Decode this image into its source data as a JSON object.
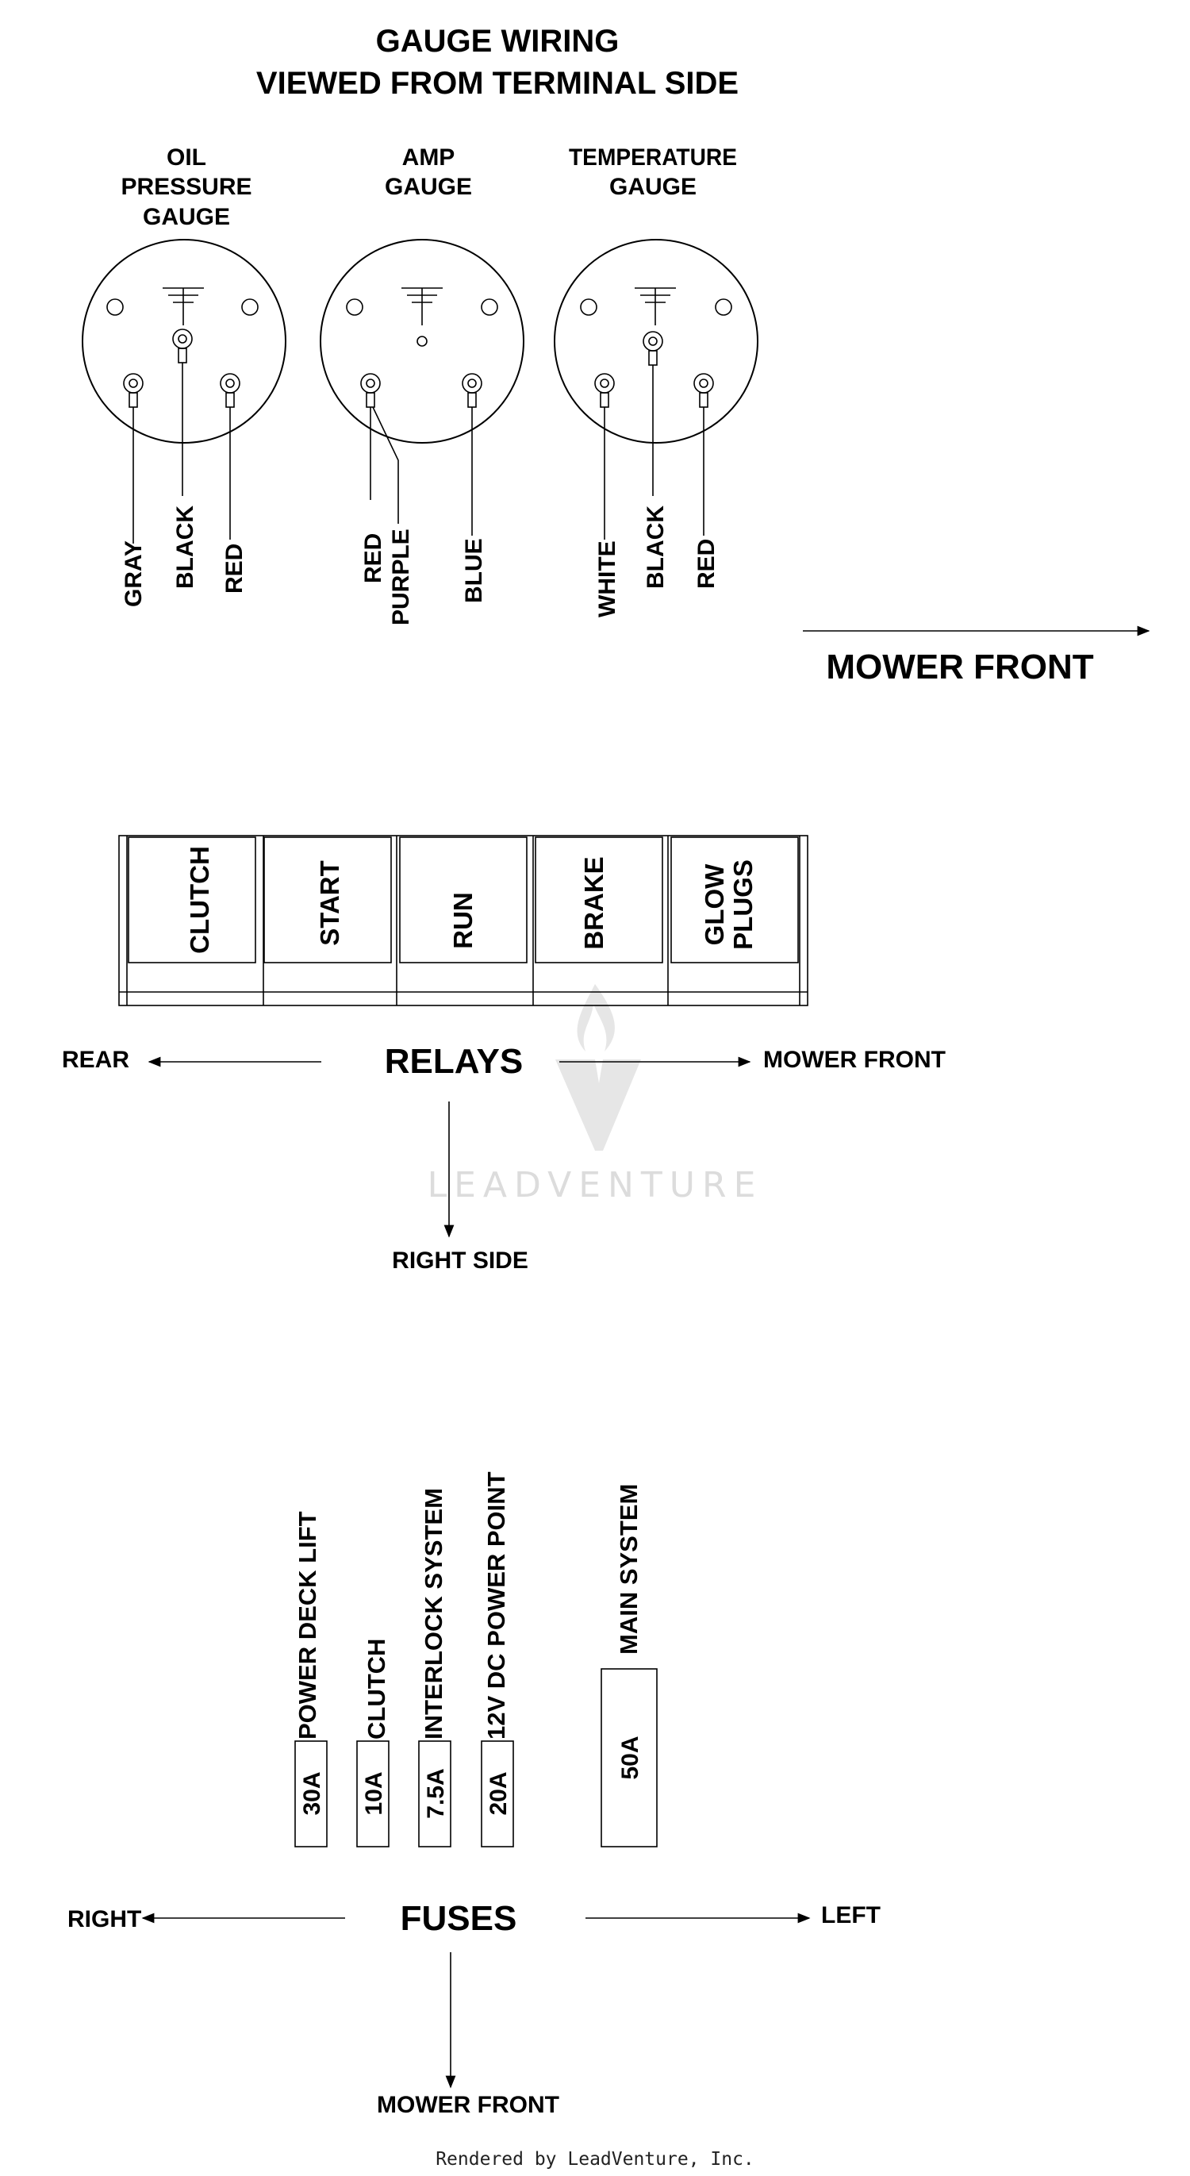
{
  "title": {
    "line1": "GAUGE WIRING",
    "line2": "VIEWED FROM TERMINAL SIDE"
  },
  "gauges": [
    {
      "label_lines": [
        "OIL",
        "PRESSURE",
        "GAUGE"
      ],
      "wires": [
        "GRAY",
        "BLACK",
        "RED"
      ]
    },
    {
      "label_lines": [
        "AMP",
        "GAUGE"
      ],
      "wires": [
        "RED",
        "PURPLE",
        "BLUE"
      ]
    },
    {
      "label_lines": [
        "TEMPERATURE",
        "GAUGE"
      ],
      "wires": [
        "WHITE",
        "BLACK",
        "RED"
      ]
    }
  ],
  "gauge_direction": "MOWER FRONT",
  "relays": {
    "title": "RELAYS",
    "items": [
      "CLUTCH",
      "START",
      "RUN",
      "BRAKE",
      [
        "GLOW",
        "PLUGS"
      ]
    ],
    "left": "REAR",
    "right": "MOWER FRONT",
    "down": "RIGHT SIDE"
  },
  "fuses": {
    "title": "FUSES",
    "items": [
      {
        "name": "POWER DECK LIFT",
        "amps": "30A"
      },
      {
        "name": "CLUTCH",
        "amps": "10A"
      },
      {
        "name": "INTERLOCK SYSTEM",
        "amps": "7.5A"
      },
      {
        "name": "12V DC POWER POINT",
        "amps": "20A"
      },
      {
        "name": "MAIN SYSTEM",
        "amps": "50A"
      }
    ],
    "left": "RIGHT",
    "right": "LEFT",
    "down": "MOWER FRONT"
  },
  "watermark": "LEADVENTURE",
  "footer": "Rendered by LeadVenture, Inc."
}
